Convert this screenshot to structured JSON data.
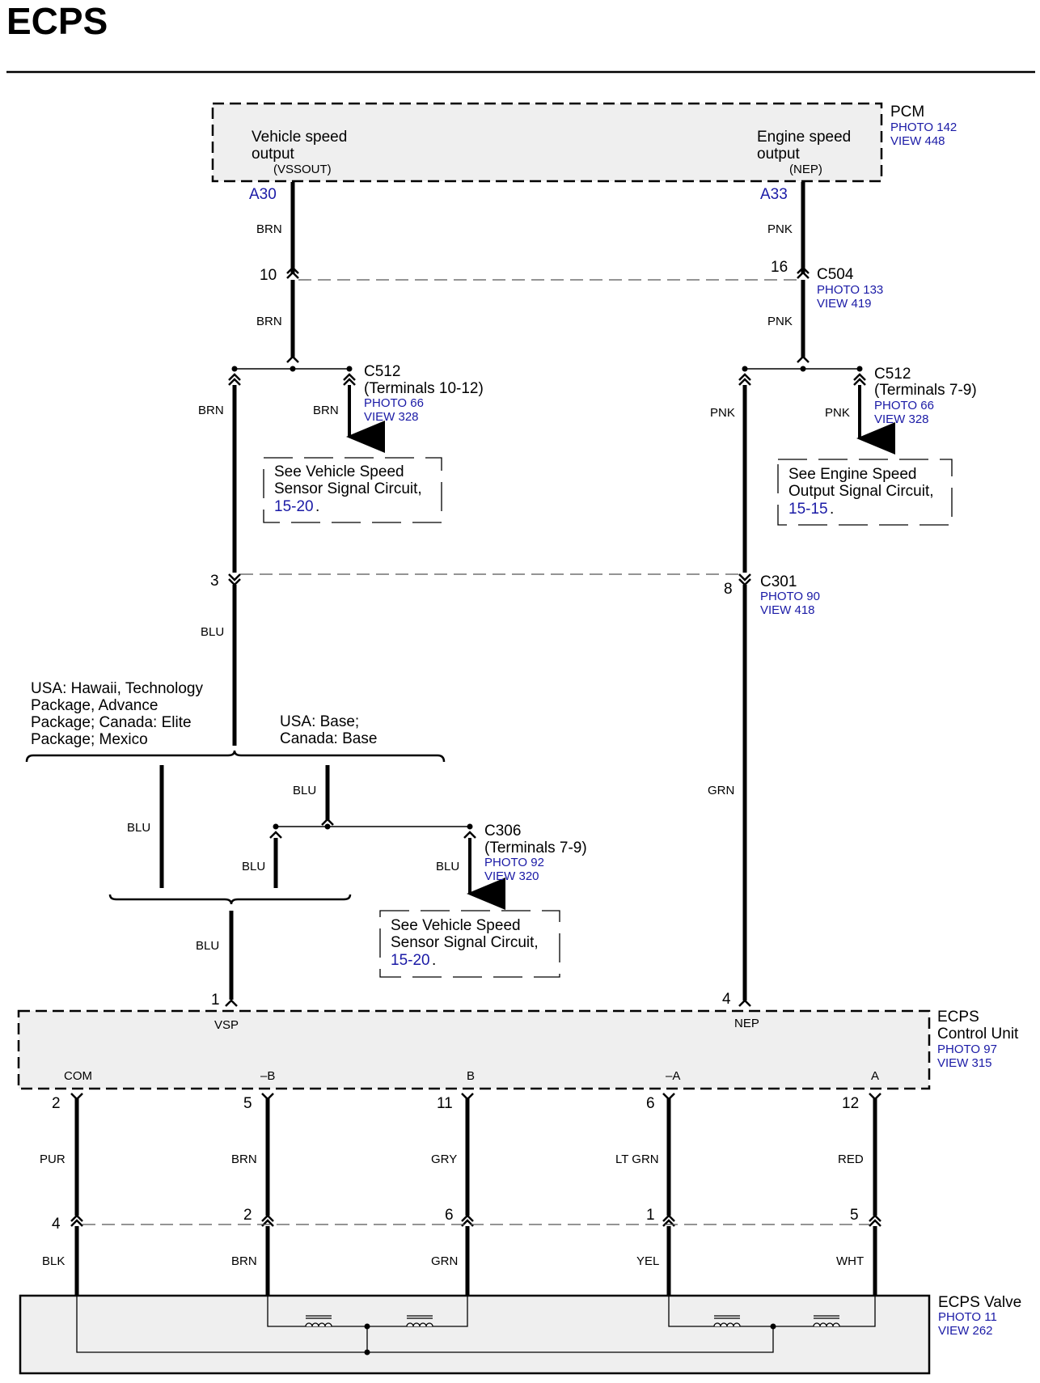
{
  "title": "ECPS",
  "pcm": {
    "name": "PCM",
    "photo": "PHOTO 142",
    "view": "VIEW 448",
    "left_label1": "Vehicle speed",
    "left_label2": "output",
    "left_sig": "(VSSOUT)",
    "right_label1": "Engine speed",
    "right_label2": "output",
    "right_sig": "(NEP)",
    "pin_left": "A30",
    "pin_right": "A33"
  },
  "wires": {
    "brn": "BRN",
    "pnk": "PNK",
    "blu": "BLU",
    "grn": "GRN",
    "pur": "PUR",
    "gry": "GRY",
    "ltgrn": "LT GRN",
    "red": "RED",
    "blk": "BLK",
    "yel": "YEL",
    "wht": "WHT"
  },
  "c504": {
    "name": "C504",
    "photo": "PHOTO 133",
    "view": "VIEW 419",
    "pin_left": "10",
    "pin_right": "16"
  },
  "c512_left": {
    "name": "C512",
    "terms": "(Terminals 10-12)",
    "photo": "PHOTO 66",
    "view": "VIEW 328"
  },
  "c512_right": {
    "name": "C512",
    "terms": "(Terminals 7-9)",
    "photo": "PHOTO 66",
    "view": "VIEW 328"
  },
  "ref_vss1": {
    "line1": "See Vehicle Speed",
    "line2": "Sensor Signal Circuit,",
    "link": "15-20",
    "dot": "."
  },
  "ref_eng": {
    "line1": "See Engine Speed",
    "line2": "Output Signal Circuit,",
    "link": "15-15",
    "dot": "."
  },
  "c301": {
    "name": "C301",
    "photo": "PHOTO 90",
    "view": "VIEW 418",
    "pin_left": "3",
    "pin_right": "8"
  },
  "variant_left": {
    "l1": "USA: Hawaii, Technology",
    "l2": "Package, Advance",
    "l3": "Package; Canada: Elite",
    "l4": "Package; Mexico"
  },
  "variant_right": {
    "l1": "USA: Base;",
    "l2": "Canada: Base"
  },
  "c306": {
    "name": "C306",
    "terms": "(Terminals 7-9)",
    "photo": "PHOTO 92",
    "view": "VIEW 320"
  },
  "ref_vss2": {
    "line1": "See Vehicle Speed",
    "line2": "Sensor Signal Circuit,",
    "link": "15-20",
    "dot": "."
  },
  "ecu": {
    "name1": "ECPS",
    "name2": "Control Unit",
    "photo": "PHOTO 97",
    "view": "VIEW 315",
    "pin_vsp": "1",
    "vsp": "VSP",
    "pin_nep": "4",
    "nep": "NEP",
    "terminals": [
      "COM",
      "–B",
      "B",
      "–A",
      "A"
    ],
    "pins": [
      "2",
      "5",
      "11",
      "6",
      "12"
    ]
  },
  "lower_conn_pins": [
    "4",
    "2",
    "6",
    "1",
    "5"
  ],
  "valve": {
    "name": "ECPS Valve",
    "photo": "PHOTO 11",
    "view": "VIEW 262"
  }
}
